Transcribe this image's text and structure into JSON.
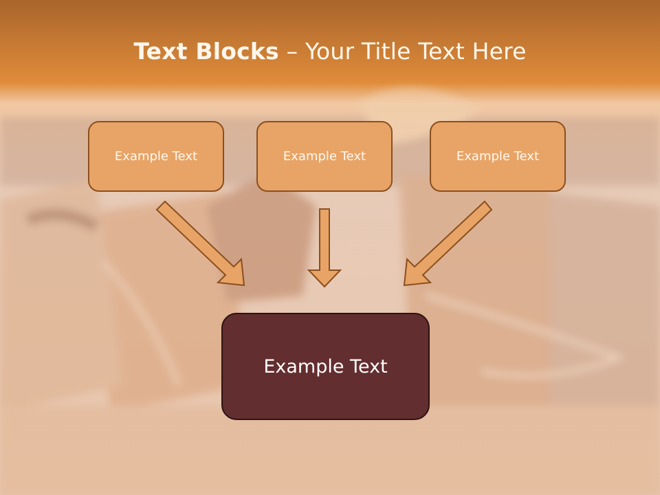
{
  "title": {
    "bold": "Text Blocks",
    "dash": " – ",
    "rest": "Your Title Text Here"
  },
  "boxes": [
    {
      "label": "Example Text"
    },
    {
      "label": "Example Text"
    },
    {
      "label": "Example Text"
    }
  ],
  "main_box": {
    "label": "Example Text"
  },
  "colors": {
    "header": "#e08c3a",
    "box_fill": "#e8a466",
    "box_border": "#8a4f1f",
    "main_box_fill": "#632e2f",
    "arrow_fill": "#e8a466"
  }
}
